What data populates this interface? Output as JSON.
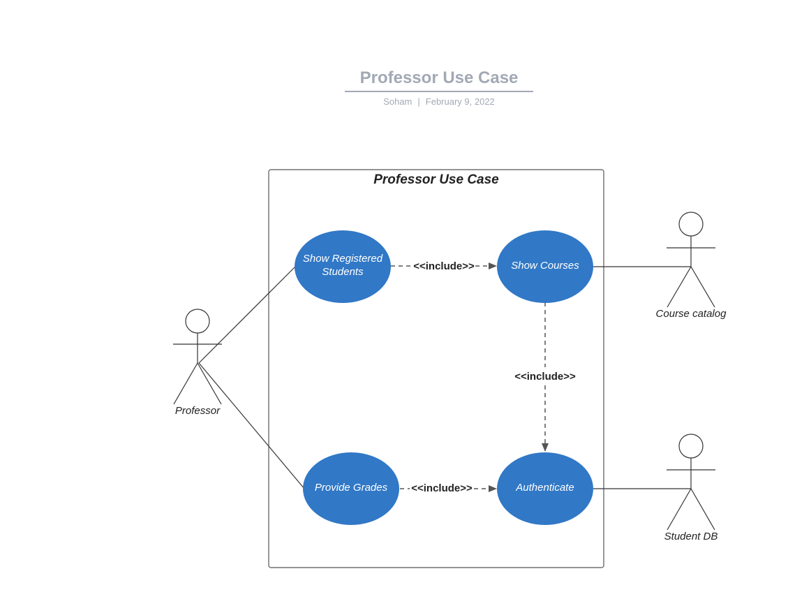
{
  "document": {
    "title": "Professor Use Case",
    "author": "Soham",
    "separator": "|",
    "date": "February 9, 2022"
  },
  "system": {
    "title": "Professor Use Case"
  },
  "use_cases": {
    "show_registered_students": [
      "Show Registered",
      "Students"
    ],
    "show_courses": "Show Courses",
    "provide_grades": "Provide Grades",
    "authenticate": "Authenticate"
  },
  "actors": {
    "professor": "Professor",
    "course_catalog": "Course catalog",
    "student_db": "Student DB"
  },
  "relationships": {
    "include_top": "<<include>>",
    "include_vertical": "<<include>>",
    "include_bottom": "<<include>>"
  },
  "colors": {
    "use_case_fill": "#3178c6",
    "header_text": "#a2a9b5",
    "line": "#333333",
    "dash_line": "#555555"
  }
}
